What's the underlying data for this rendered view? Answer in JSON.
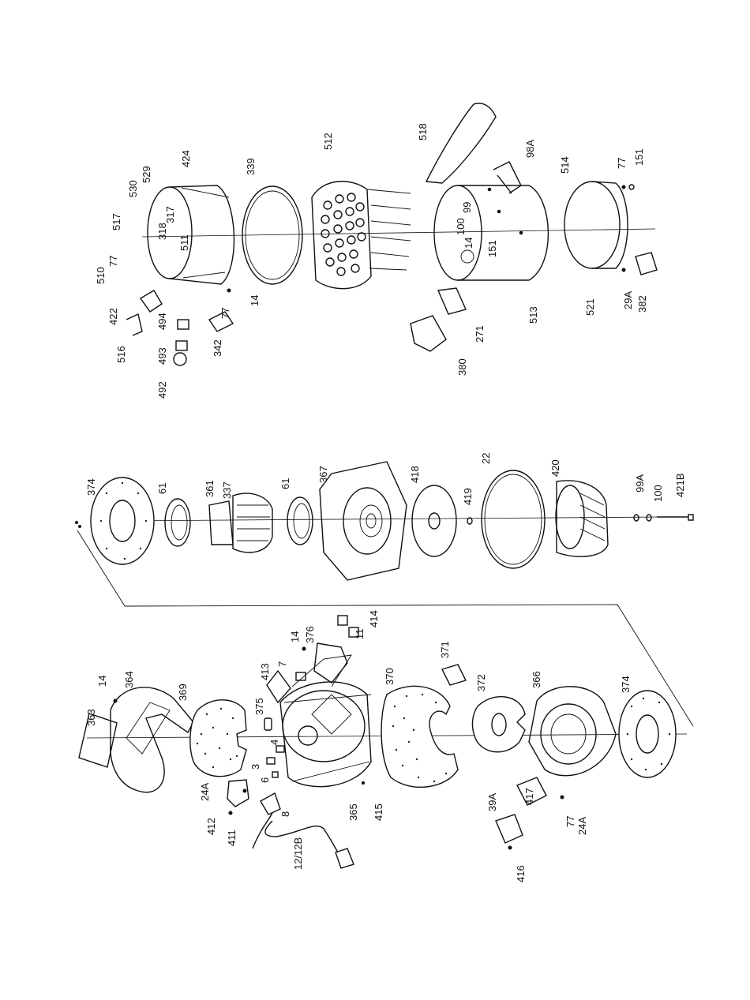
{
  "labels": [
    {
      "id": "l363",
      "text": "363"
    },
    {
      "id": "l14a",
      "text": "14"
    },
    {
      "id": "l364",
      "text": "364"
    },
    {
      "id": "l369",
      "text": "369"
    },
    {
      "id": "l375",
      "text": "375"
    },
    {
      "id": "l413",
      "text": "413"
    },
    {
      "id": "l7",
      "text": "7"
    },
    {
      "id": "l14b",
      "text": "14"
    },
    {
      "id": "l376",
      "text": "376"
    },
    {
      "id": "l414",
      "text": "414"
    },
    {
      "id": "l11",
      "text": "11"
    },
    {
      "id": "l24a1",
      "text": "24A"
    },
    {
      "id": "l412",
      "text": "412"
    },
    {
      "id": "l411",
      "text": "411"
    },
    {
      "id": "l3",
      "text": "3"
    },
    {
      "id": "l4",
      "text": "4"
    },
    {
      "id": "l6",
      "text": "6"
    },
    {
      "id": "l8",
      "text": "8"
    },
    {
      "id": "l365",
      "text": "365"
    },
    {
      "id": "l415",
      "text": "415"
    },
    {
      "id": "l12",
      "text": "12/12B"
    },
    {
      "id": "l370",
      "text": "370"
    },
    {
      "id": "l371",
      "text": "371"
    },
    {
      "id": "l372",
      "text": "372"
    },
    {
      "id": "l366",
      "text": "366"
    },
    {
      "id": "l374b",
      "text": "374"
    },
    {
      "id": "l39a",
      "text": "39A"
    },
    {
      "id": "l417",
      "text": "417"
    },
    {
      "id": "l77a",
      "text": "77"
    },
    {
      "id": "l24a2",
      "text": "24A"
    },
    {
      "id": "l416",
      "text": "416"
    },
    {
      "id": "l374a",
      "text": "374"
    },
    {
      "id": "l61a",
      "text": "61"
    },
    {
      "id": "l361",
      "text": "361"
    },
    {
      "id": "l337",
      "text": "337"
    },
    {
      "id": "l61b",
      "text": "61"
    },
    {
      "id": "l367",
      "text": "367"
    },
    {
      "id": "l418",
      "text": "418"
    },
    {
      "id": "l419",
      "text": "419"
    },
    {
      "id": "l22",
      "text": "22"
    },
    {
      "id": "l420",
      "text": "420"
    },
    {
      "id": "l99a",
      "text": "99A"
    },
    {
      "id": "l100a",
      "text": "100"
    },
    {
      "id": "l421b",
      "text": "421B"
    },
    {
      "id": "l530",
      "text": "530"
    },
    {
      "id": "l529",
      "text": "529"
    },
    {
      "id": "l424",
      "text": "424"
    },
    {
      "id": "l339",
      "text": "339"
    },
    {
      "id": "l512",
      "text": "512"
    },
    {
      "id": "l518",
      "text": "518"
    },
    {
      "id": "l98a",
      "text": "98A"
    },
    {
      "id": "l77b",
      "text": "77"
    },
    {
      "id": "l151a",
      "text": "151"
    },
    {
      "id": "l514",
      "text": "514"
    },
    {
      "id": "l517",
      "text": "517"
    },
    {
      "id": "l510",
      "text": "510"
    },
    {
      "id": "l77c",
      "text": "77"
    },
    {
      "id": "l318",
      "text": "318"
    },
    {
      "id": "l317",
      "text": "317"
    },
    {
      "id": "l511",
      "text": "511"
    },
    {
      "id": "l422",
      "text": "422"
    },
    {
      "id": "l516",
      "text": "516"
    },
    {
      "id": "l494",
      "text": "494"
    },
    {
      "id": "l493",
      "text": "493"
    },
    {
      "id": "l492",
      "text": "492"
    },
    {
      "id": "l342",
      "text": "342"
    },
    {
      "id": "l77d",
      "text": "77"
    },
    {
      "id": "l14c",
      "text": "14"
    },
    {
      "id": "l99b",
      "text": "99"
    },
    {
      "id": "l100b",
      "text": "100"
    },
    {
      "id": "l14d",
      "text": "14"
    },
    {
      "id": "l151b",
      "text": "151"
    },
    {
      "id": "l513",
      "text": "513"
    },
    {
      "id": "l271",
      "text": "271"
    },
    {
      "id": "l380",
      "text": "380"
    },
    {
      "id": "l521",
      "text": "521"
    },
    {
      "id": "l29a",
      "text": "29A"
    },
    {
      "id": "l382",
      "text": "382"
    }
  ]
}
